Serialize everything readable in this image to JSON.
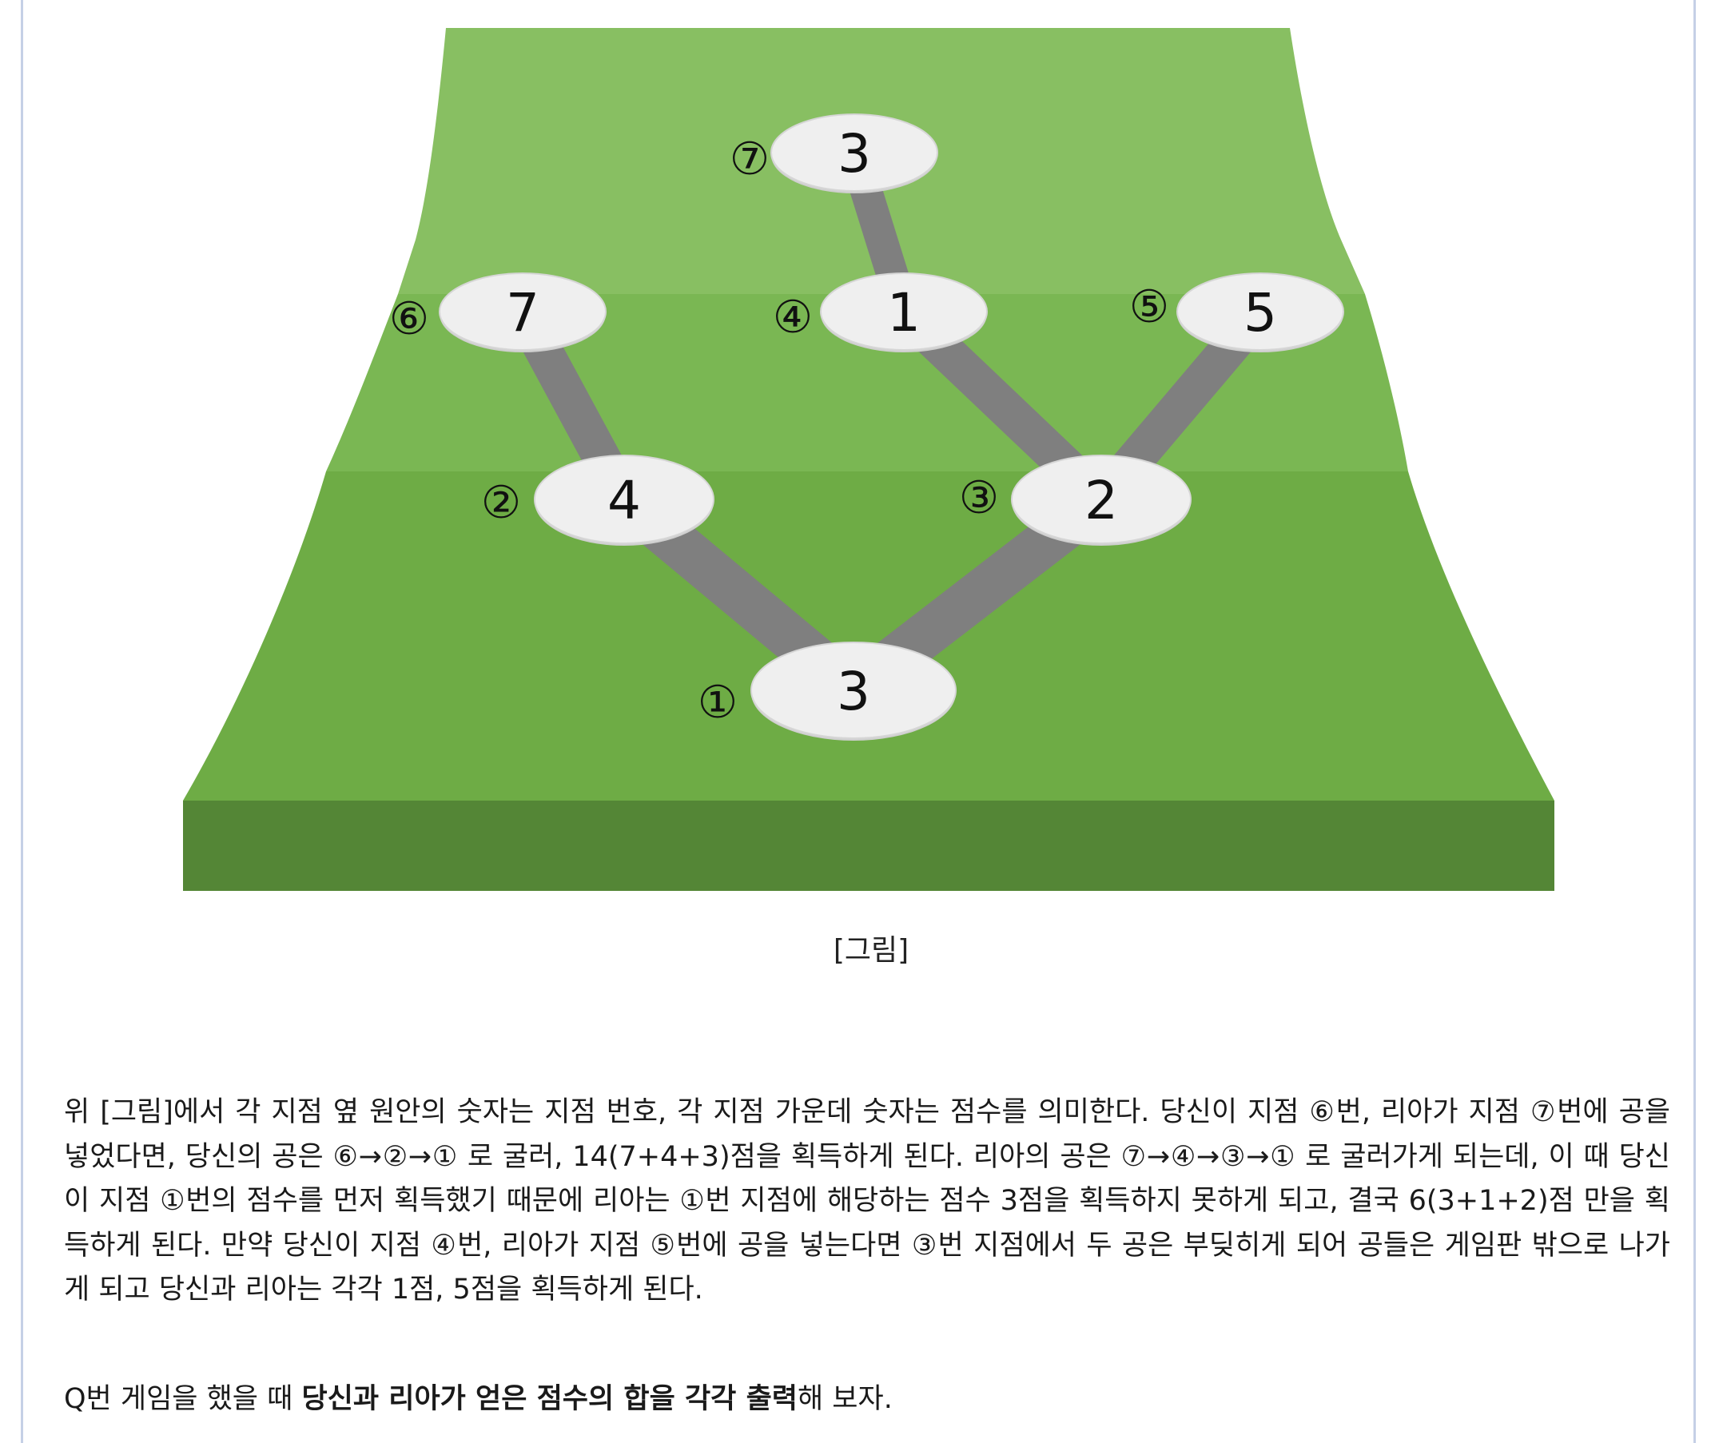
{
  "diagram": {
    "nodes": [
      {
        "id": 1,
        "label": "①",
        "score": "3"
      },
      {
        "id": 2,
        "label": "②",
        "score": "4"
      },
      {
        "id": 3,
        "label": "③",
        "score": "2"
      },
      {
        "id": 4,
        "label": "④",
        "score": "1"
      },
      {
        "id": 5,
        "label": "⑤",
        "score": "5"
      },
      {
        "id": 6,
        "label": "⑥",
        "score": "7"
      },
      {
        "id": 7,
        "label": "⑦",
        "score": "3"
      }
    ],
    "edges": [
      [
        6,
        2
      ],
      [
        2,
        1
      ],
      [
        7,
        4
      ],
      [
        4,
        3
      ],
      [
        5,
        3
      ],
      [
        3,
        1
      ]
    ],
    "colors": {
      "board_top": "#88bf62",
      "board_mid": "#7ab753",
      "board_bottom": "#6eac45",
      "board_front": "#548636",
      "path": "#7f7f7f",
      "node_fill": "#efefef"
    }
  },
  "caption": "[그림]",
  "description": "위 [그림]에서 각 지점 옆 원안의 숫자는 지점 번호, 각 지점 가운데 숫자는 점수를 의미한다. 당신이 지점 ⑥번, 리아가 지점 ⑦번에 공을 넣었다면, 당신의 공은 ⑥→②→① 로 굴러, 14(7+4+3)점을 획득하게 된다. 리아의 공은 ⑦→④→③→① 로 굴러가게 되는데, 이 때 당신이 지점 ①번의 점수를 먼저 획득했기 때문에 리아는 ①번 지점에 해당하는 점수 3점을 획득하지 못하게 되고, 결국 6(3+1+2)점 만을 획득하게 된다. 만약 당신이 지점 ④번, 리아가 지점 ⑤번에 공을 넣는다면 ③번 지점에서 두 공은 부딪히게 되어 공들은 게임판 밖으로 나가게 되고 당신과 리아는 각각 1점, 5점을 획득하게 된다.",
  "task": {
    "before": "Q번 게임을 했을 때 ",
    "bold": "당신과 리아가 얻은 점수의 합을 각각 출력",
    "after": "해 보자."
  }
}
